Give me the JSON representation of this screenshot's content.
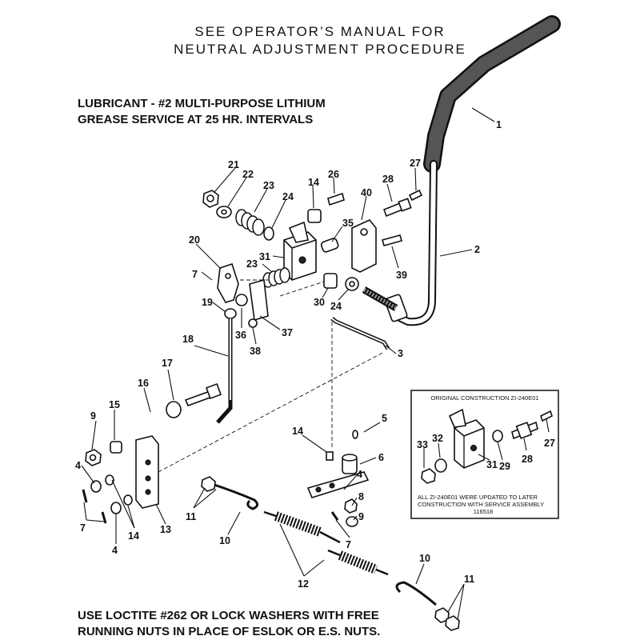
{
  "header": {
    "line1": "SEE OPERATOR’S MANUAL FOR",
    "line2": "NEUTRAL ADJUSTMENT PROCEDURE"
  },
  "lubricant": {
    "line1": "LUBRICANT - #2 MULTI-PURPOSE LITHIUM",
    "line2": "GREASE SERVICE AT 25 HR. INTERVALS"
  },
  "footer": {
    "line1": "USE LOCTITE #262 OR LOCK WASHERS WITH FREE",
    "line2": "RUNNING NUTS IN PLACE OF ESLOK OR E.S. NUTS."
  },
  "inset": {
    "title": "ORIGINAL CONSTRUCTION ZI-240E01",
    "note1": "ALL ZI-240E01 WERE UPDATED TO LATER",
    "note2": "CONSTRUCTION WITH SERVICE ASSEMBLY",
    "note3": "116518"
  },
  "callouts": {
    "c1": "1",
    "c2": "2",
    "c3": "3",
    "c4a": "4",
    "c4b": "4",
    "c4c": "4",
    "c5": "5",
    "c6": "6",
    "c7a": "7",
    "c7b": "7",
    "c7c": "7",
    "c8": "8",
    "c9a": "9",
    "c9b": "9",
    "c10a": "10",
    "c10b": "10",
    "c11a": "11",
    "c11b": "11",
    "c12": "12",
    "c13": "13",
    "c14a": "14",
    "c14b": "14",
    "c14c": "14",
    "c15": "15",
    "c16": "16",
    "c17": "17",
    "c18": "18",
    "c19": "19",
    "c20": "20",
    "c21": "21",
    "c22": "22",
    "c23a": "23",
    "c23b": "23",
    "c24a": "24",
    "c24b": "24",
    "c26": "26",
    "c27a": "27",
    "c27b": "27",
    "c28a": "28",
    "c28b": "28",
    "c29": "29",
    "c30": "30",
    "c31a": "31",
    "c31b": "31",
    "c32": "32",
    "c33": "33",
    "c35": "35",
    "c36": "36",
    "c37": "37",
    "c38": "38",
    "c39": "39",
    "c40": "40"
  }
}
